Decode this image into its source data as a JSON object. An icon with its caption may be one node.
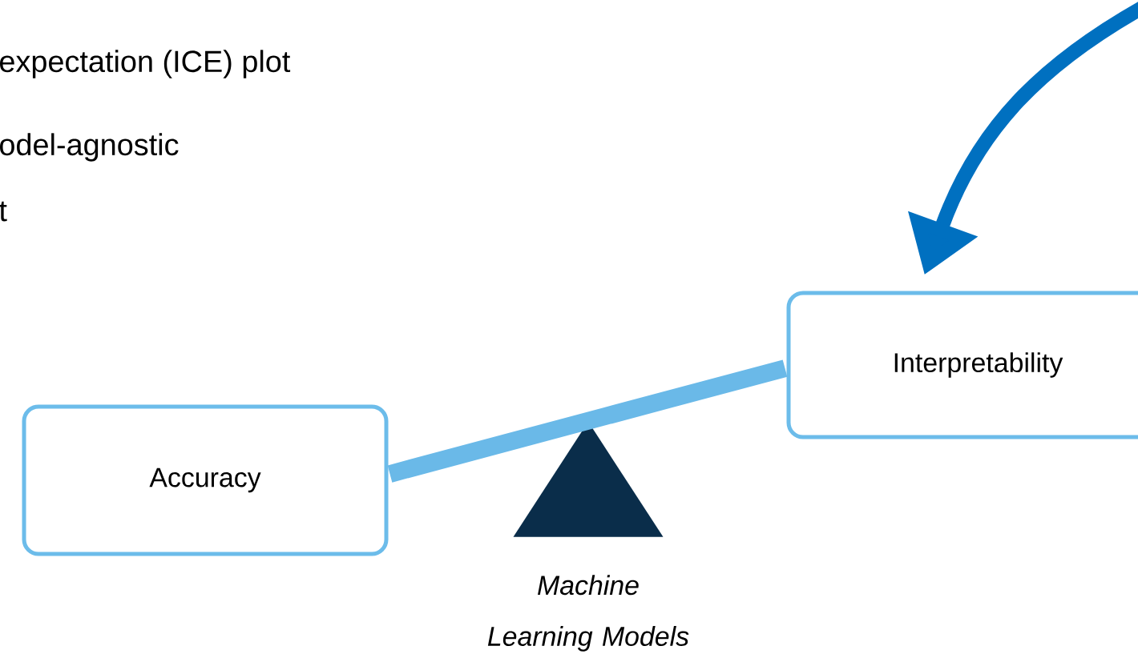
{
  "diagram": {
    "nodes": [
      {
        "text": [
          "Accuracy"
        ]
      },
      {
        "text": [
          "Interpretability"
        ]
      },
      {
        "text": [],
        "shape": "triangle",
        "beside": [
          "Machine Learning Models"
        ]
      }
    ],
    "edges": [
      {
        "from": 0,
        "to": 1,
        "arrow": "none",
        "color": "#6ab9e8"
      },
      {
        "from": null,
        "to": 1,
        "arrow": "to",
        "color": "#0070c0"
      }
    ],
    "labels": [
      "expectation (ICE) plot",
      "odel-agnostic",
      "t"
    ]
  }
}
